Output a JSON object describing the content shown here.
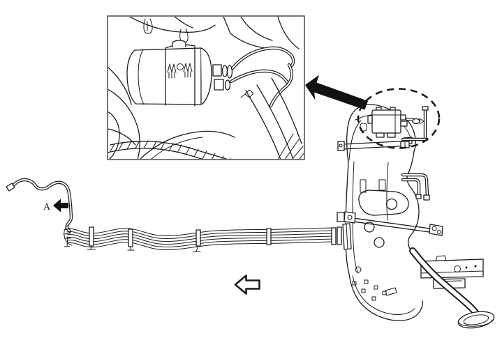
{
  "figure": {
    "a_label": "A",
    "colors": {
      "background": "#ffffff",
      "line": "#1b1b1b",
      "inset_border": "#555555",
      "arrow_fill": "#111111"
    },
    "elements": {
      "detail_inset": "engine-bay-canister-detail-view",
      "callout_ellipse": "dashed-location-ellipse",
      "pointer_arrow": "solid-arrow-to-inset",
      "direction_arrow": "outline-arrow-left",
      "callout_a_arrow": "solid-arrow-left",
      "fuel_tank": "fuel-tank-side-view",
      "fuel_lines": "fuel-line-bundle",
      "pipe_a": "single-fuel-pipe"
    }
  }
}
